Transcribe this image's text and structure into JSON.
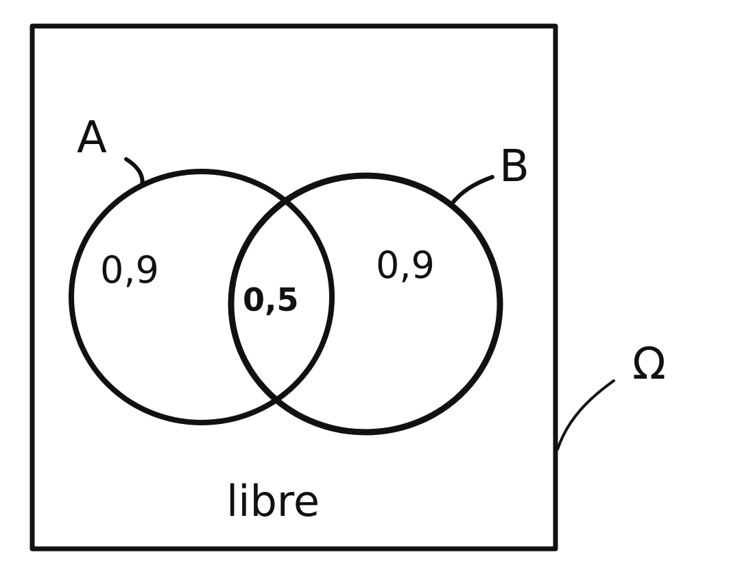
{
  "sets": {
    "a": {
      "name": "A",
      "value": "0,9"
    },
    "b": {
      "name": "B",
      "value": "0,9"
    }
  },
  "intersection": {
    "value": "0,5"
  },
  "outside": {
    "label": "libre"
  },
  "universe": {
    "label": "Ω"
  },
  "colors": {
    "stroke": "#111111",
    "background": "#ffffff"
  }
}
